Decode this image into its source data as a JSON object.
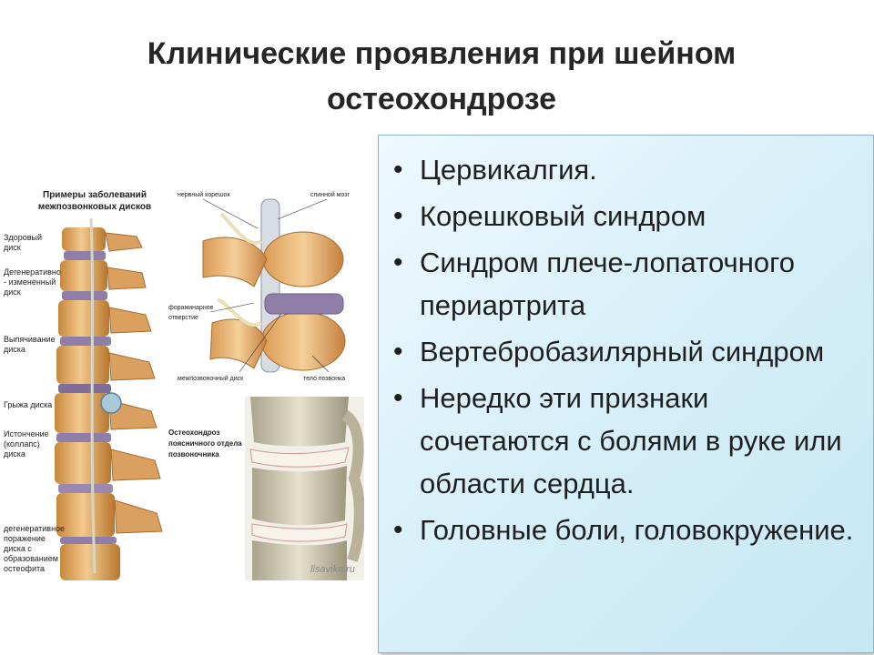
{
  "slide": {
    "title_line1": "Клинические проявления при шейном",
    "title_line2": "остеохондрозе"
  },
  "bullets": [
    "Цервикалгия.",
    "Корешковый синдром",
    "Синдром плече-лопаточного периартрита",
    "Вертебробазилярный синдром",
    "Нередко эти признаки сочетаются с болями в руке или области сердца.",
    "Головные боли, головокружение."
  ],
  "figure_left": {
    "heading_line1": "Примеры заболеваний",
    "heading_line2": "межпозвонковых дисков",
    "labels": [
      "Здоровый диск",
      "Дегенеративно - измененный диск",
      "Выпячивание диска",
      "Грыжа диска",
      "Истончение (коллапс) диска",
      "дегенеративное поражение диска с образованием остеофита"
    ]
  },
  "figure_top_right": {
    "labels": [
      "нервный корешок",
      "спинной мозг",
      "фораминарное отверстие",
      "межпозвоночный диск",
      "тело позвонка"
    ]
  },
  "figure_bottom_right": {
    "label_line1": "Остеохондроз",
    "label_line2": "поясничного отдела",
    "label_line3": "позвоночника",
    "watermark": "lisavika.ru"
  },
  "colors": {
    "bone": "#e8b878",
    "bone_dark": "#c8873c",
    "disc": "#8f7fa8",
    "box_bg": "#d4eef8",
    "box_border": "#8fb5c7"
  }
}
